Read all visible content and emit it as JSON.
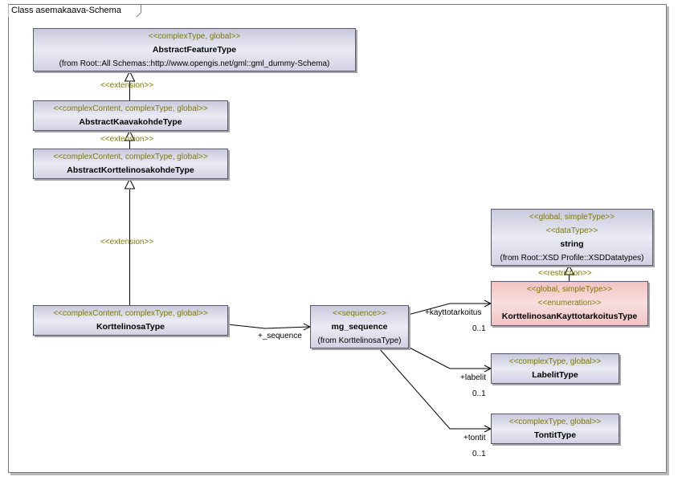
{
  "frame": {
    "title": "Class asemakaava-Schema"
  },
  "classes": {
    "abstract_feature": {
      "stereotype": "<<complexType, global>>",
      "name": "AbstractFeatureType",
      "from": "(from Root::All Schemas::http://www.opengis.net/gml::gml_dummy-Schema)"
    },
    "abstract_kaava": {
      "stereotype": "<<complexContent, complexType, global>>",
      "name": "AbstractKaavakohdeType"
    },
    "abstract_kortteli": {
      "stereotype": "<<complexContent, complexType, global>>",
      "name": "AbstractKorttelinosakohdeType"
    },
    "kortteli": {
      "stereotype": "<<complexContent, complexType, global>>",
      "name": "KorttelinosaType"
    },
    "mg_sequence": {
      "stereotype": "<<sequence>>",
      "name": "mg_sequence",
      "from": "(from KorttelinosaType)"
    },
    "string": {
      "stereotype1": "<<global, simpleType>>",
      "stereotype2": "<<dataType>>",
      "name": "string",
      "from": "(from Root::XSD Profile::XSDDatatypes)"
    },
    "kayttotarkoitus": {
      "stereotype1": "<<global, simpleType>>",
      "stereotype2": "<<enumeration>>",
      "name": "KorttelinosanKayttotarkoitusType"
    },
    "labelit": {
      "stereotype": "<<complexType, global>>",
      "name": "LabelitType"
    },
    "tontit": {
      "stereotype": "<<complexType, global>>",
      "name": "TontitType"
    }
  },
  "labels": {
    "extension1": "<<extension>>",
    "extension2": "<<extension>>",
    "extension3": "<<extension>>",
    "restriction": "<<restriction>>",
    "sequence_role": "+_sequence",
    "kayttotarkoitus_role": "+kayttotarkoitus",
    "kayttotarkoitus_mult": "0..1",
    "labelit_role": "+labelit",
    "labelit_mult": "0..1",
    "tontit_role": "+tontit",
    "tontit_mult": "0..1"
  }
}
